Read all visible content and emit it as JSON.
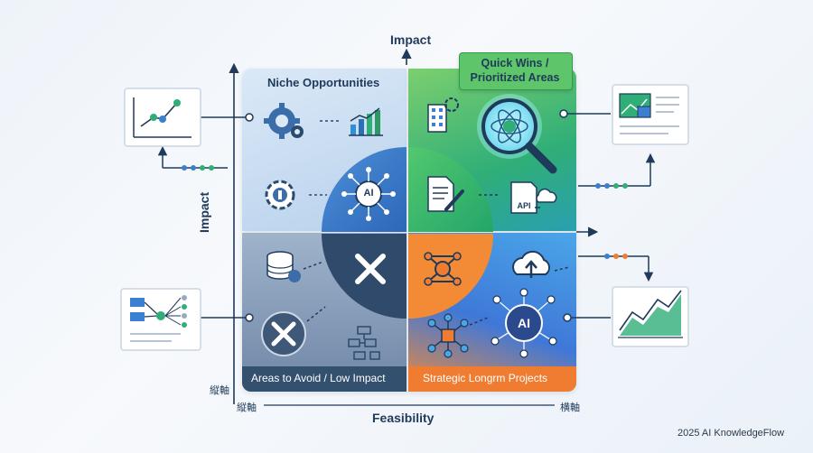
{
  "axes": {
    "y_top_label": "Impact",
    "y_side_label": "Impact",
    "x_label": "Feasibility",
    "y_cjk": "縦軸",
    "x_cjk_left": "縦軸",
    "x_cjk_right": "横軸"
  },
  "quadrants": {
    "top_left": "Niche Opportunities",
    "top_right_line1": "Quick Wins /",
    "top_right_line2": "Prioritized Areas",
    "bottom_left": "Areas to Avoid / Low Impact",
    "bottom_right": "Strategic Longrm Projects"
  },
  "icons": {
    "ai_center": "AI",
    "ai_bottom_right": "AI",
    "api": "API"
  },
  "footer": {
    "credit": "2025 AI KnowledgeFlow"
  },
  "colors": {
    "navy": "#1f3a5a",
    "green_quadrant": "#2fae78",
    "orange_banner": "#f07c32",
    "blue_circle": "#3b7fd0",
    "dark_quadrant": "#34506f"
  }
}
